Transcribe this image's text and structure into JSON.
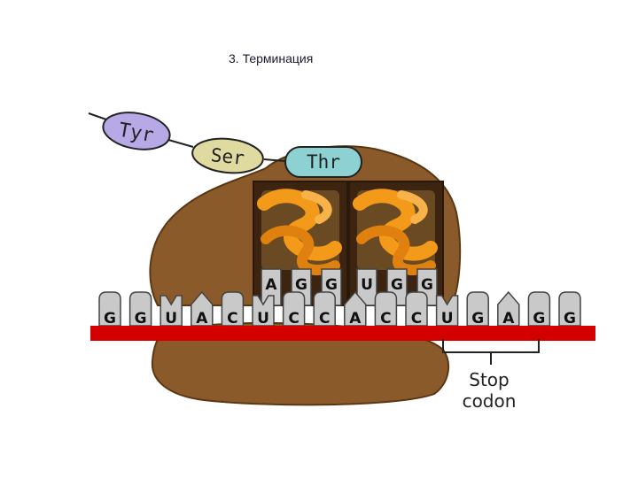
{
  "title": "3. Терминация",
  "amino_acids": [
    "Tyr",
    "Ser",
    "Thr"
  ],
  "anticodons": [
    "A",
    "G",
    "G",
    "U",
    "G",
    "G"
  ],
  "mrna_bases": [
    "G",
    "G",
    "U",
    "A",
    "C",
    "U",
    "C",
    "C",
    "A",
    "C",
    "C",
    "U",
    "G",
    "A",
    "G",
    "G"
  ],
  "stop_codon_label": [
    "Stop",
    "codon"
  ],
  "colors": {
    "ribosome": "#8a5a2b",
    "ribosome_dark": "#5a3712",
    "mrna_strand": "#d40000",
    "helix": "#f39a1b",
    "base_fill": "#c9c9c9",
    "tyr_fill": "#b7a8e6",
    "ser_fill": "#dedaa0",
    "thr_fill": "#8ed1d2"
  }
}
